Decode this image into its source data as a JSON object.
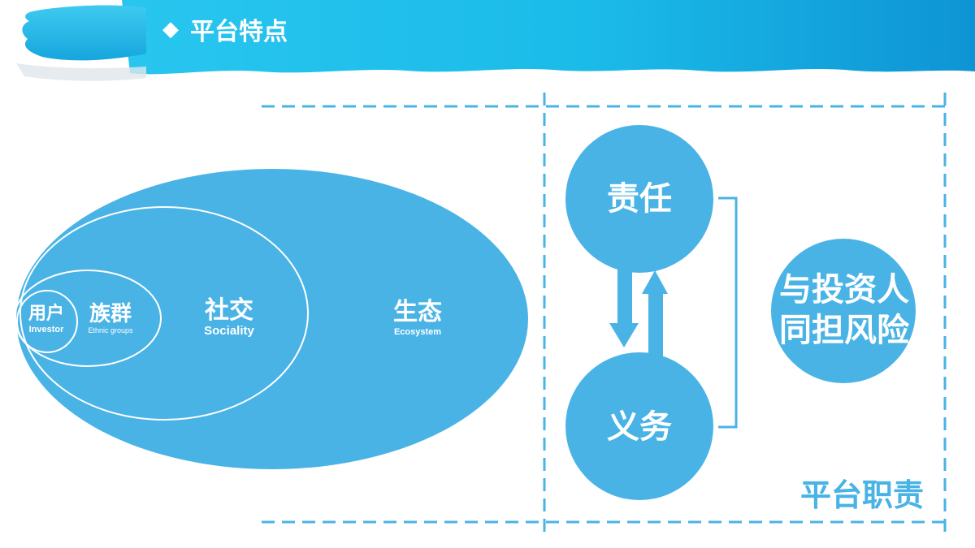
{
  "header": {
    "title": "平台特点",
    "bullet_icon": "diamond-icon"
  },
  "ellipses": {
    "user": {
      "cn": "用户",
      "en": "Investor"
    },
    "ethnic": {
      "cn": "族群",
      "en": "Ethnic groups"
    },
    "social": {
      "cn": "社交",
      "en": "Sociality"
    },
    "ecosystem": {
      "cn": "生态",
      "en": "Ecosystem"
    }
  },
  "duty_panel": {
    "responsibility": "责任",
    "obligation": "义务",
    "risk_line1": "与投资人",
    "risk_line2": "同担风险",
    "panel_label": "平台职责"
  },
  "colors": {
    "primary": "#4ab3e6",
    "header_light": "#22c4ee",
    "header_dark": "#0f9ad9",
    "dash": "#4ab3e6",
    "text_on_blue": "#ffffff"
  }
}
